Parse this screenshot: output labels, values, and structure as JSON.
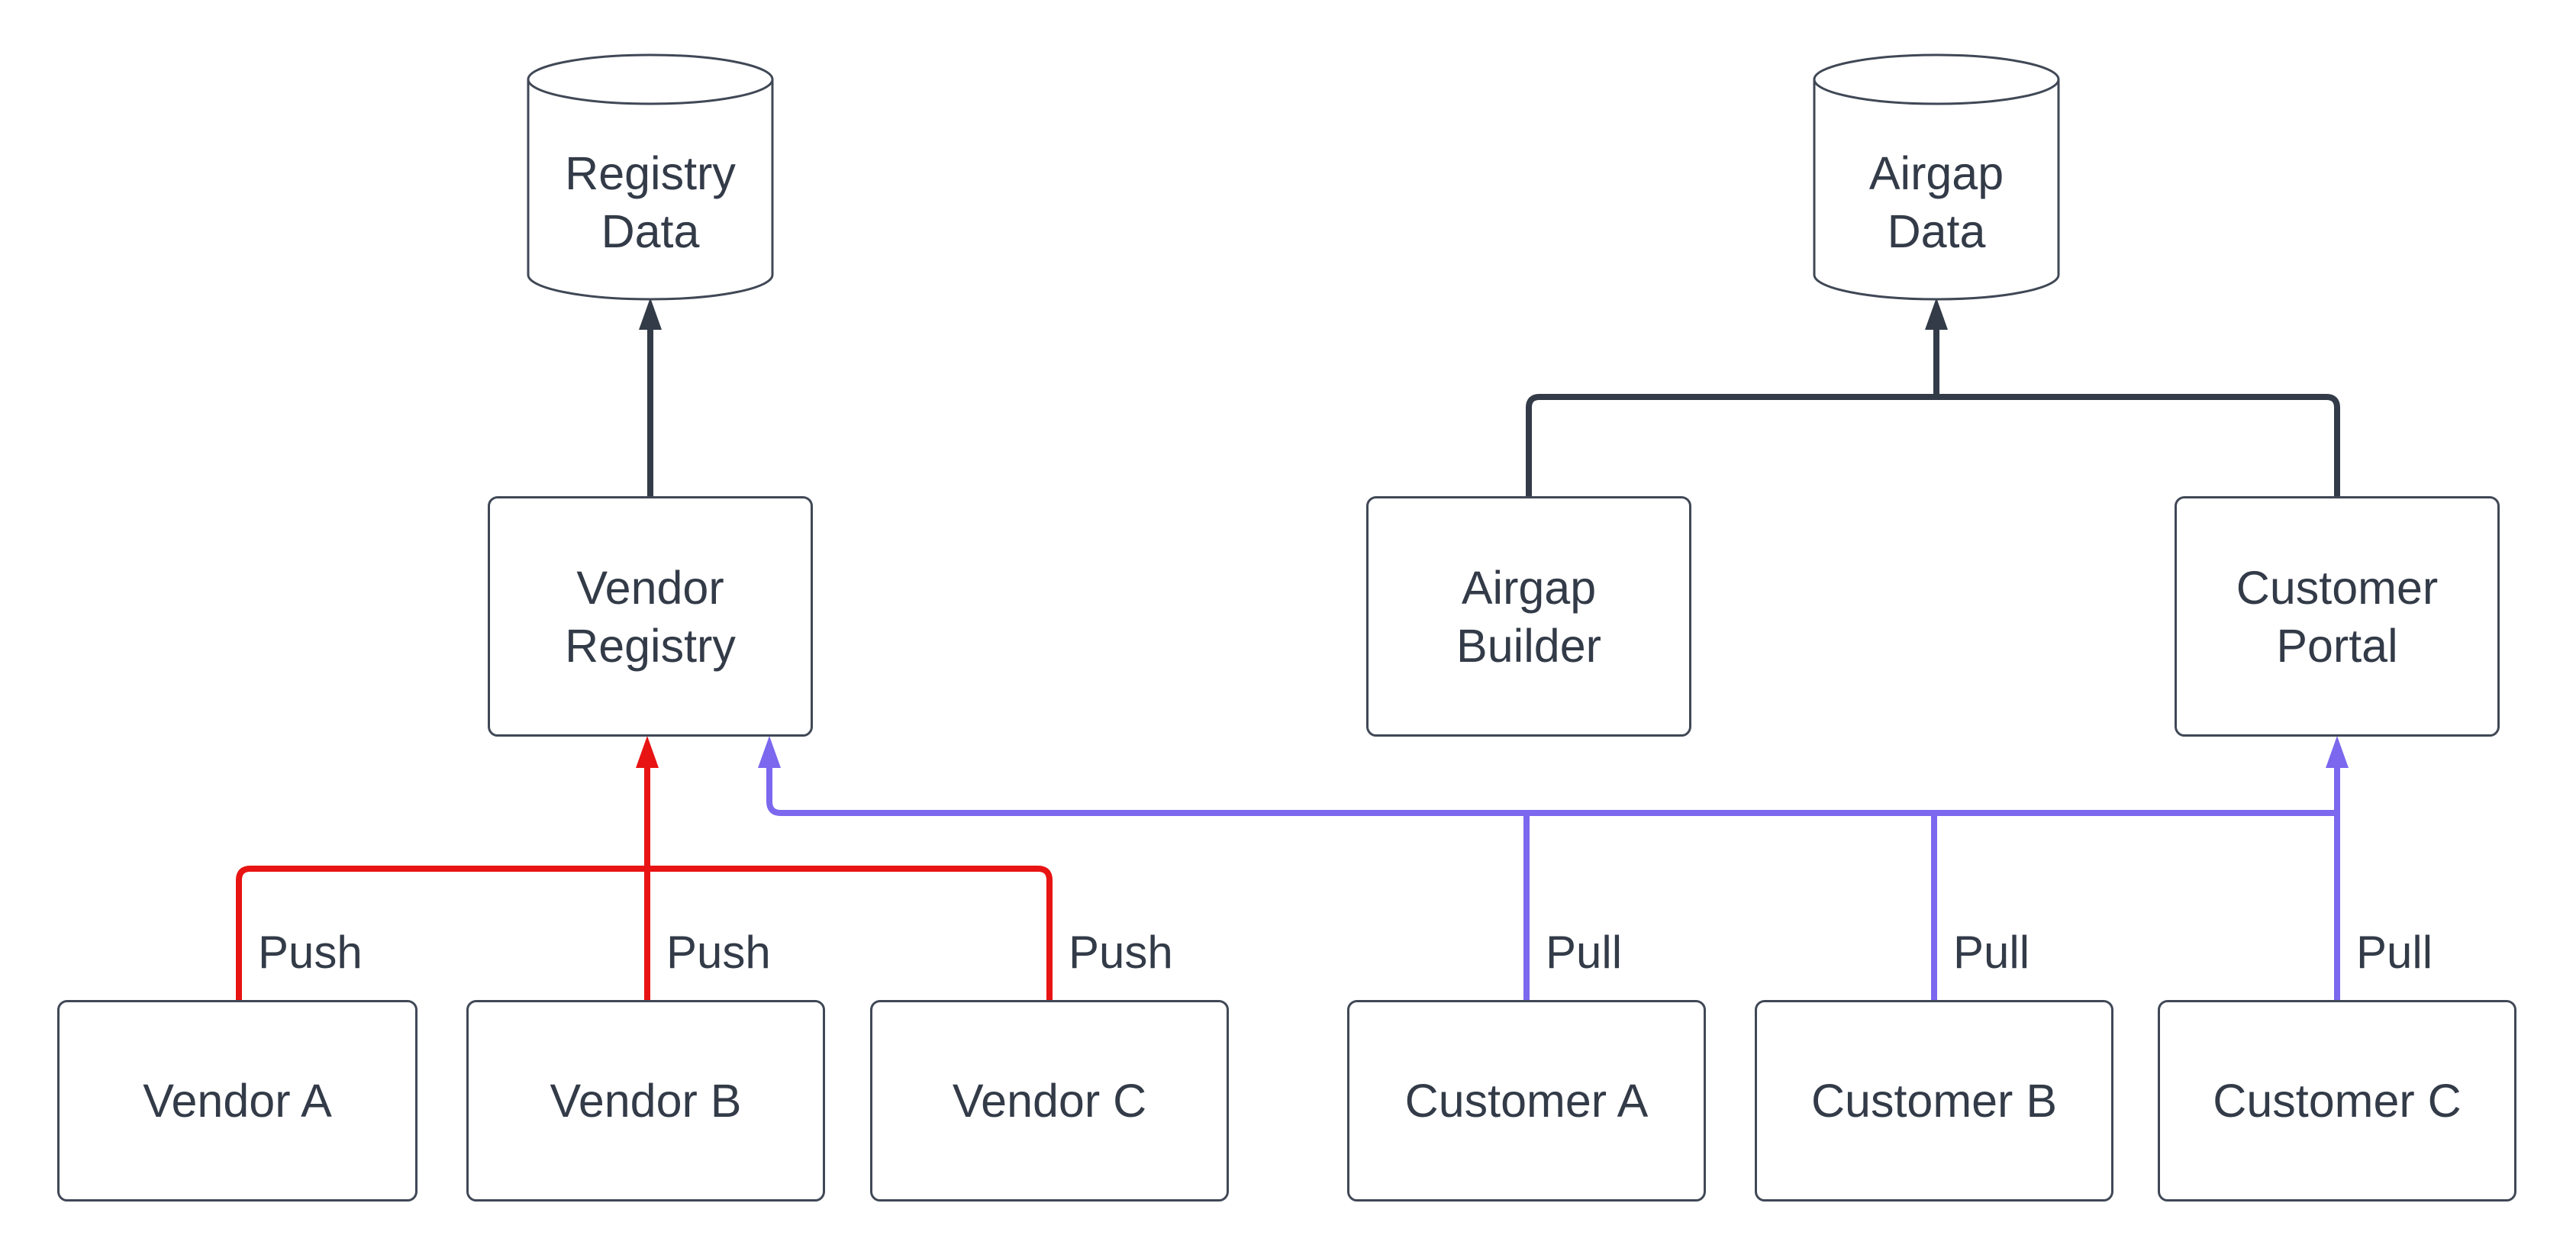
{
  "diagram": {
    "colors": {
      "bg": "#ffffff",
      "border": "#404856",
      "text": "#333b48",
      "flow": "#333b48",
      "push": "#e81313",
      "pull": "#7b68ee"
    },
    "nodes": {
      "registry_data": {
        "type": "database",
        "lines": [
          "Registry",
          "Data"
        ]
      },
      "airgap_data": {
        "type": "database",
        "lines": [
          "Airgap",
          "Data"
        ]
      },
      "vendor_registry": {
        "type": "process",
        "lines": [
          "Vendor",
          "Registry"
        ]
      },
      "airgap_builder": {
        "type": "process",
        "lines": [
          "Airgap",
          "Builder"
        ]
      },
      "customer_portal": {
        "type": "process",
        "lines": [
          "Customer",
          "Portal"
        ]
      },
      "vendor_a": {
        "type": "process",
        "label": "Vendor A"
      },
      "vendor_b": {
        "type": "process",
        "label": "Vendor B"
      },
      "vendor_c": {
        "type": "process",
        "label": "Vendor C"
      },
      "customer_a": {
        "type": "process",
        "label": "Customer A"
      },
      "customer_b": {
        "type": "process",
        "label": "Customer B"
      },
      "customer_c": {
        "type": "process",
        "label": "Customer C"
      }
    },
    "edges": [
      {
        "from": "Vendor A",
        "to": "Vendor Registry",
        "label": "Push",
        "color": "#e81313"
      },
      {
        "from": "Vendor B",
        "to": "Vendor Registry",
        "label": "Push",
        "color": "#e81313"
      },
      {
        "from": "Vendor C",
        "to": "Vendor Registry",
        "label": "Push",
        "color": "#e81313"
      },
      {
        "from": "Customer A",
        "to": "Vendor Registry / Customer Portal",
        "label": "Pull",
        "color": "#7b68ee"
      },
      {
        "from": "Customer B",
        "to": "Vendor Registry / Customer Portal",
        "label": "Pull",
        "color": "#7b68ee"
      },
      {
        "from": "Customer C",
        "to": "Vendor Registry / Customer Portal",
        "label": "Pull",
        "color": "#7b68ee"
      },
      {
        "from": "Vendor Registry",
        "to": "Registry Data",
        "label": "",
        "color": "#333b48"
      },
      {
        "from": "Airgap Builder",
        "to": "Airgap Data",
        "label": "",
        "color": "#333b48"
      },
      {
        "from": "Customer Portal",
        "to": "Airgap Data",
        "label": "",
        "color": "#333b48"
      }
    ]
  }
}
